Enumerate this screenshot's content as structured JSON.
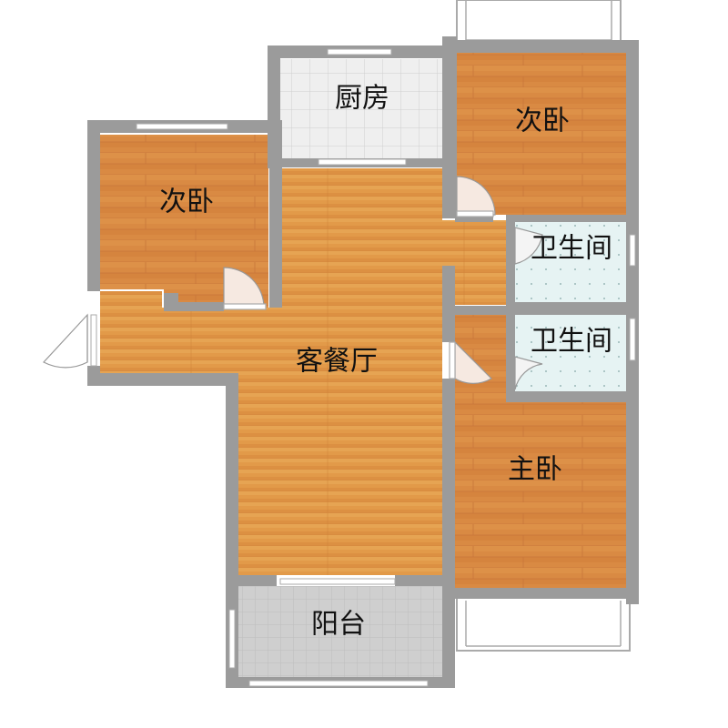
{
  "rooms": {
    "kitchen": {
      "label": "厨房"
    },
    "bedroom_left": {
      "label": "次卧"
    },
    "bedroom_right": {
      "label": "次卧"
    },
    "bathroom_upper": {
      "label": "卫生间"
    },
    "bathroom_lower": {
      "label": "卫生间"
    },
    "living_dining": {
      "label": "客餐厅"
    },
    "master_bedroom": {
      "label": "主卧"
    },
    "balcony": {
      "label": "阳台"
    }
  },
  "colors": {
    "wall": "#9b9b9b",
    "wood_floor": "#d9833f",
    "wood_floor_light": "#e7a24d",
    "tile_floor": "#eeeeee",
    "bath_floor": "#ddf0f0",
    "balcony_floor": "#cbcbcb",
    "window": "#ffffff"
  }
}
